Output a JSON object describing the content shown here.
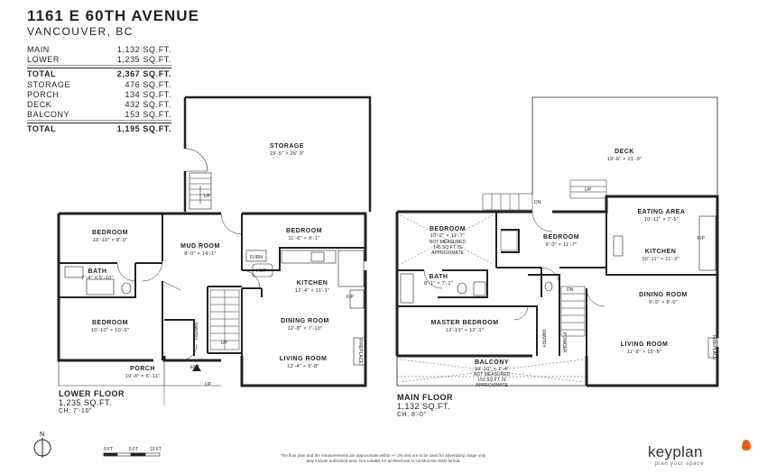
{
  "header": {
    "address": "1161 E 60TH AVENUE",
    "city": "VANCOUVER, BC"
  },
  "areas_living": [
    {
      "label": "MAIN",
      "value": "1,132 SQ.FT."
    },
    {
      "label": "LOWER",
      "value": "1,235 SQ.FT."
    }
  ],
  "total_living": {
    "label": "TOTAL",
    "value": "2,367 SQ.FT."
  },
  "areas_other": [
    {
      "label": "STORAGE",
      "value": "476 SQ.FT."
    },
    {
      "label": "PORCH",
      "value": "134 SQ.FT."
    },
    {
      "label": "DECK",
      "value": "432 SQ.FT."
    },
    {
      "label": "BALCONY",
      "value": "153 SQ.FT."
    }
  ],
  "total_other": {
    "label": "TOTAL",
    "value": "1,195 SQ.FT."
  },
  "lower_floor": {
    "name": "LOWER FLOOR",
    "area": "1,235 SQ.FT.",
    "ceiling": "CH: 7'-10\"",
    "rooms": {
      "storage": {
        "name": "STORAGE",
        "dim": "19'-5\" × 25'-3\""
      },
      "bedroom1": {
        "name": "BEDROOM",
        "dim": "10'-10\" × 8'-9\""
      },
      "mud_room": {
        "name": "MUD ROOM",
        "dim": "8'-0\" × 14'-1\""
      },
      "bedroom2": {
        "name": "BEDROOM",
        "dim": "11'-6\" × 9'-1\""
      },
      "bath": {
        "name": "BATH",
        "dim": "7'-4\" × 5'-10\""
      },
      "kitchen": {
        "name": "KITCHEN",
        "dim": "12'-4\" × 11'-1\""
      },
      "bedroom3": {
        "name": "BEDROOM",
        "dim": "10'-10\" × 10'-6\""
      },
      "dining": {
        "name": "DINING ROOM",
        "dim": "12'-8\" × 7'-10\""
      },
      "living": {
        "name": "LIVING ROOM",
        "dim": "12'-4\" × 9'-8\""
      },
      "porch": {
        "name": "PORCH",
        "dim": "19'-6\" × 6'-11\""
      }
    },
    "tags": {
      "up1": "UP",
      "up2": "UP",
      "up3": "UP",
      "ent": "ENT",
      "furn": "FURN",
      "hwt": "HWT",
      "pantry": "PANTRY",
      "fireplace": "FIREPLACE",
      "fp": "F/P"
    }
  },
  "main_floor": {
    "name": "MAIN FLOOR",
    "area": "1,132 SQ.FT.",
    "ceiling": "CH: 8'-0\"",
    "rooms": {
      "deck": {
        "name": "DECK",
        "dim": "19'-6\" × 21'-9\""
      },
      "bedroom1": {
        "name": "BEDROOM",
        "dim": "10'-2\" × 11'-7\"",
        "note": [
          "NOT MEASURED",
          "145 SQ.FT. IS",
          "APPROXIMATE"
        ]
      },
      "bedroom2": {
        "name": "BEDROOM",
        "dim": "9'-0\" × 11'-7\""
      },
      "eating": {
        "name": "EATING AREA",
        "dim": "10'-11\" × 7'-5\""
      },
      "kitchen": {
        "name": "KITCHEN",
        "dim": "10'-11\" × 11'-3\""
      },
      "bath": {
        "name": "BATH",
        "dim": "8'-1\" × 7'-1\""
      },
      "dining": {
        "name": "DINING ROOM",
        "dim": "9'-9\" × 8'-0\""
      },
      "master": {
        "name": "MASTER BEDROOM",
        "dim": "13'-10\" × 12'-1\""
      },
      "living": {
        "name": "LIVING ROOM",
        "dim": "11'-8\" × 15'-8\""
      },
      "balcony": {
        "name": "BALCONY",
        "dim": "19'-10\" × 7'-4\"",
        "note": [
          "NOT MEASURED",
          "153 SQ.FT. IS",
          "APPROXIMATE"
        ]
      }
    },
    "tags": {
      "dn1": "DN",
      "dn2": "DN",
      "up": "UP",
      "fireplace": "FIREPLACE",
      "pantry": "PANTRY",
      "fp": "F/P",
      "powder": "POWDER"
    }
  },
  "north_label": "N",
  "scale_labels": [
    "0 FT",
    "5 FT",
    "10 FT"
  ],
  "disclaimer": [
    "The floor plan and the measurements are approximate within +/- 2% and are to be used for advertising usage only.",
    "May include unfinished area. Not suitable for architectural or construction BSD format."
  ],
  "brand": {
    "name": "keyplan",
    "tagline": "plan your space",
    "accent": "#e8601c"
  }
}
